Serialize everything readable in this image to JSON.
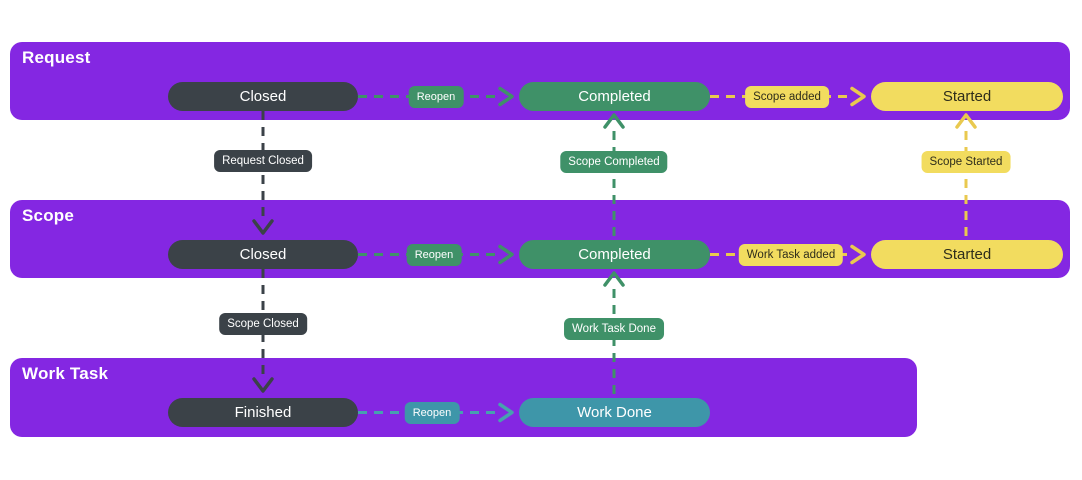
{
  "bands": {
    "request": "Request",
    "scope": "Scope",
    "worktask": "Work Task"
  },
  "nodes": {
    "request_closed": "Closed",
    "request_completed": "Completed",
    "request_started": "Started",
    "scope_closed": "Closed",
    "scope_completed": "Completed",
    "scope_started": "Started",
    "worktask_finished": "Finished",
    "worktask_done": "Work Done"
  },
  "edge_labels": {
    "reopen_request": "Reopen",
    "scope_added": "Scope added",
    "reopen_scope": "Reopen",
    "worktask_added": "Work Task added",
    "reopen_worktask": "Reopen",
    "request_closed": "Request Closed",
    "scope_completed": "Scope Completed",
    "scope_started": "Scope Started",
    "scope_closed": "Scope Closed",
    "worktask_done": "Work Task Done"
  },
  "colors": {
    "background": "#ffffff",
    "band_purple": "#8427E2",
    "dark": "#3B4248",
    "green": "#3F9168",
    "teal": "#47A0AE",
    "teal_fill": "#3E96A9",
    "yellow": "#F2DC5F",
    "yellow_line": "#E9C94F",
    "text_on_yellow": "#2E2D1B"
  }
}
